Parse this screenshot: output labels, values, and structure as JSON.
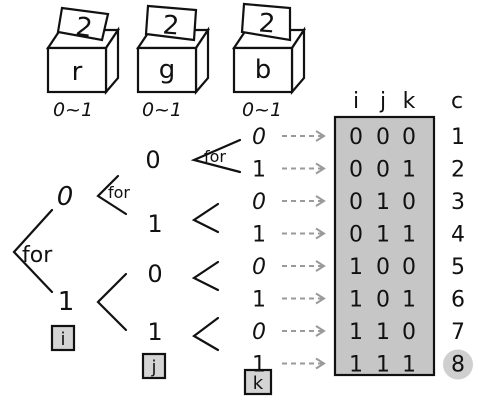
{
  "boxes": [
    {
      "card": "2",
      "label": "r",
      "range": "0~1"
    },
    {
      "card": "2",
      "label": "g",
      "range": "0~1"
    },
    {
      "card": "2",
      "label": "b",
      "range": "0~1"
    }
  ],
  "tree": {
    "for_label": "for",
    "i_values": [
      "0",
      "1"
    ],
    "j_values": [
      "0",
      "1",
      "0",
      "1"
    ],
    "k_values": [
      "0",
      "1",
      "0",
      "1",
      "0",
      "1",
      "0",
      "1"
    ],
    "tags": [
      "i",
      "j",
      "k"
    ]
  },
  "table": {
    "headers": [
      "i",
      "j",
      "k"
    ],
    "count_header": "c",
    "rows": [
      [
        "0",
        "0",
        "0"
      ],
      [
        "0",
        "0",
        "1"
      ],
      [
        "0",
        "1",
        "0"
      ],
      [
        "0",
        "1",
        "1"
      ],
      [
        "1",
        "0",
        "0"
      ],
      [
        "1",
        "0",
        "1"
      ],
      [
        "1",
        "1",
        "0"
      ],
      [
        "1",
        "1",
        "1"
      ]
    ],
    "counts": [
      "1",
      "2",
      "3",
      "4",
      "5",
      "6",
      "7",
      "8"
    ],
    "highlight_index": 7
  },
  "colors": {
    "ink": "#111111",
    "table_fill": "#c6c6c6",
    "arrow": "#9a9a9a",
    "tag_fill": "#d4d4d4",
    "highlight": "#cfcfcf",
    "box_top": "#ffffff",
    "box_side": "#ffffff"
  }
}
